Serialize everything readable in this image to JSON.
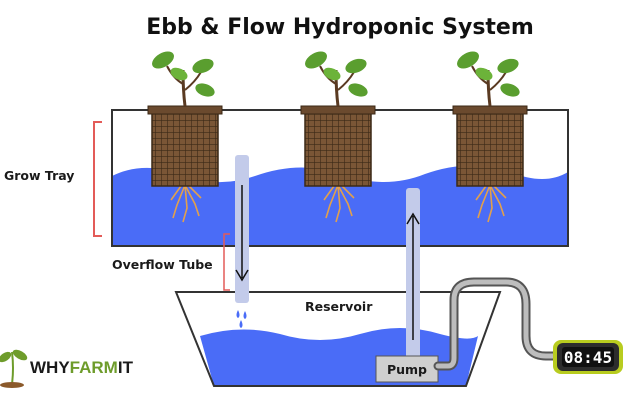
{
  "title": "Ebb & Flow Hydroponic System",
  "labels": {
    "grow_tray": "Grow Tray",
    "overflow_tube": "Overflow Tube",
    "reservoir": "Reservoir",
    "pump": "Pump"
  },
  "timer": {
    "display": "08:45"
  },
  "logo": {
    "prefix": "WHY",
    "highlight": "FARM",
    "suffix": "IT"
  },
  "colors": {
    "water": "#4a6cf7",
    "tube": "#c3cbea",
    "bracket": "#e35b58",
    "basket": "#6b4a2e",
    "leaf": "#5a9e2f",
    "root": "#e2a04c",
    "container_stroke": "#333333",
    "timer_body": "#2d2d2d",
    "timer_accent": "#b8cc1f",
    "hose": "#555555",
    "pump_box": "#cfcfcf",
    "logo_green": "#6e9c2b"
  },
  "plants": [
    {
      "name": "plant-1"
    },
    {
      "name": "plant-2"
    },
    {
      "name": "plant-3"
    }
  ]
}
